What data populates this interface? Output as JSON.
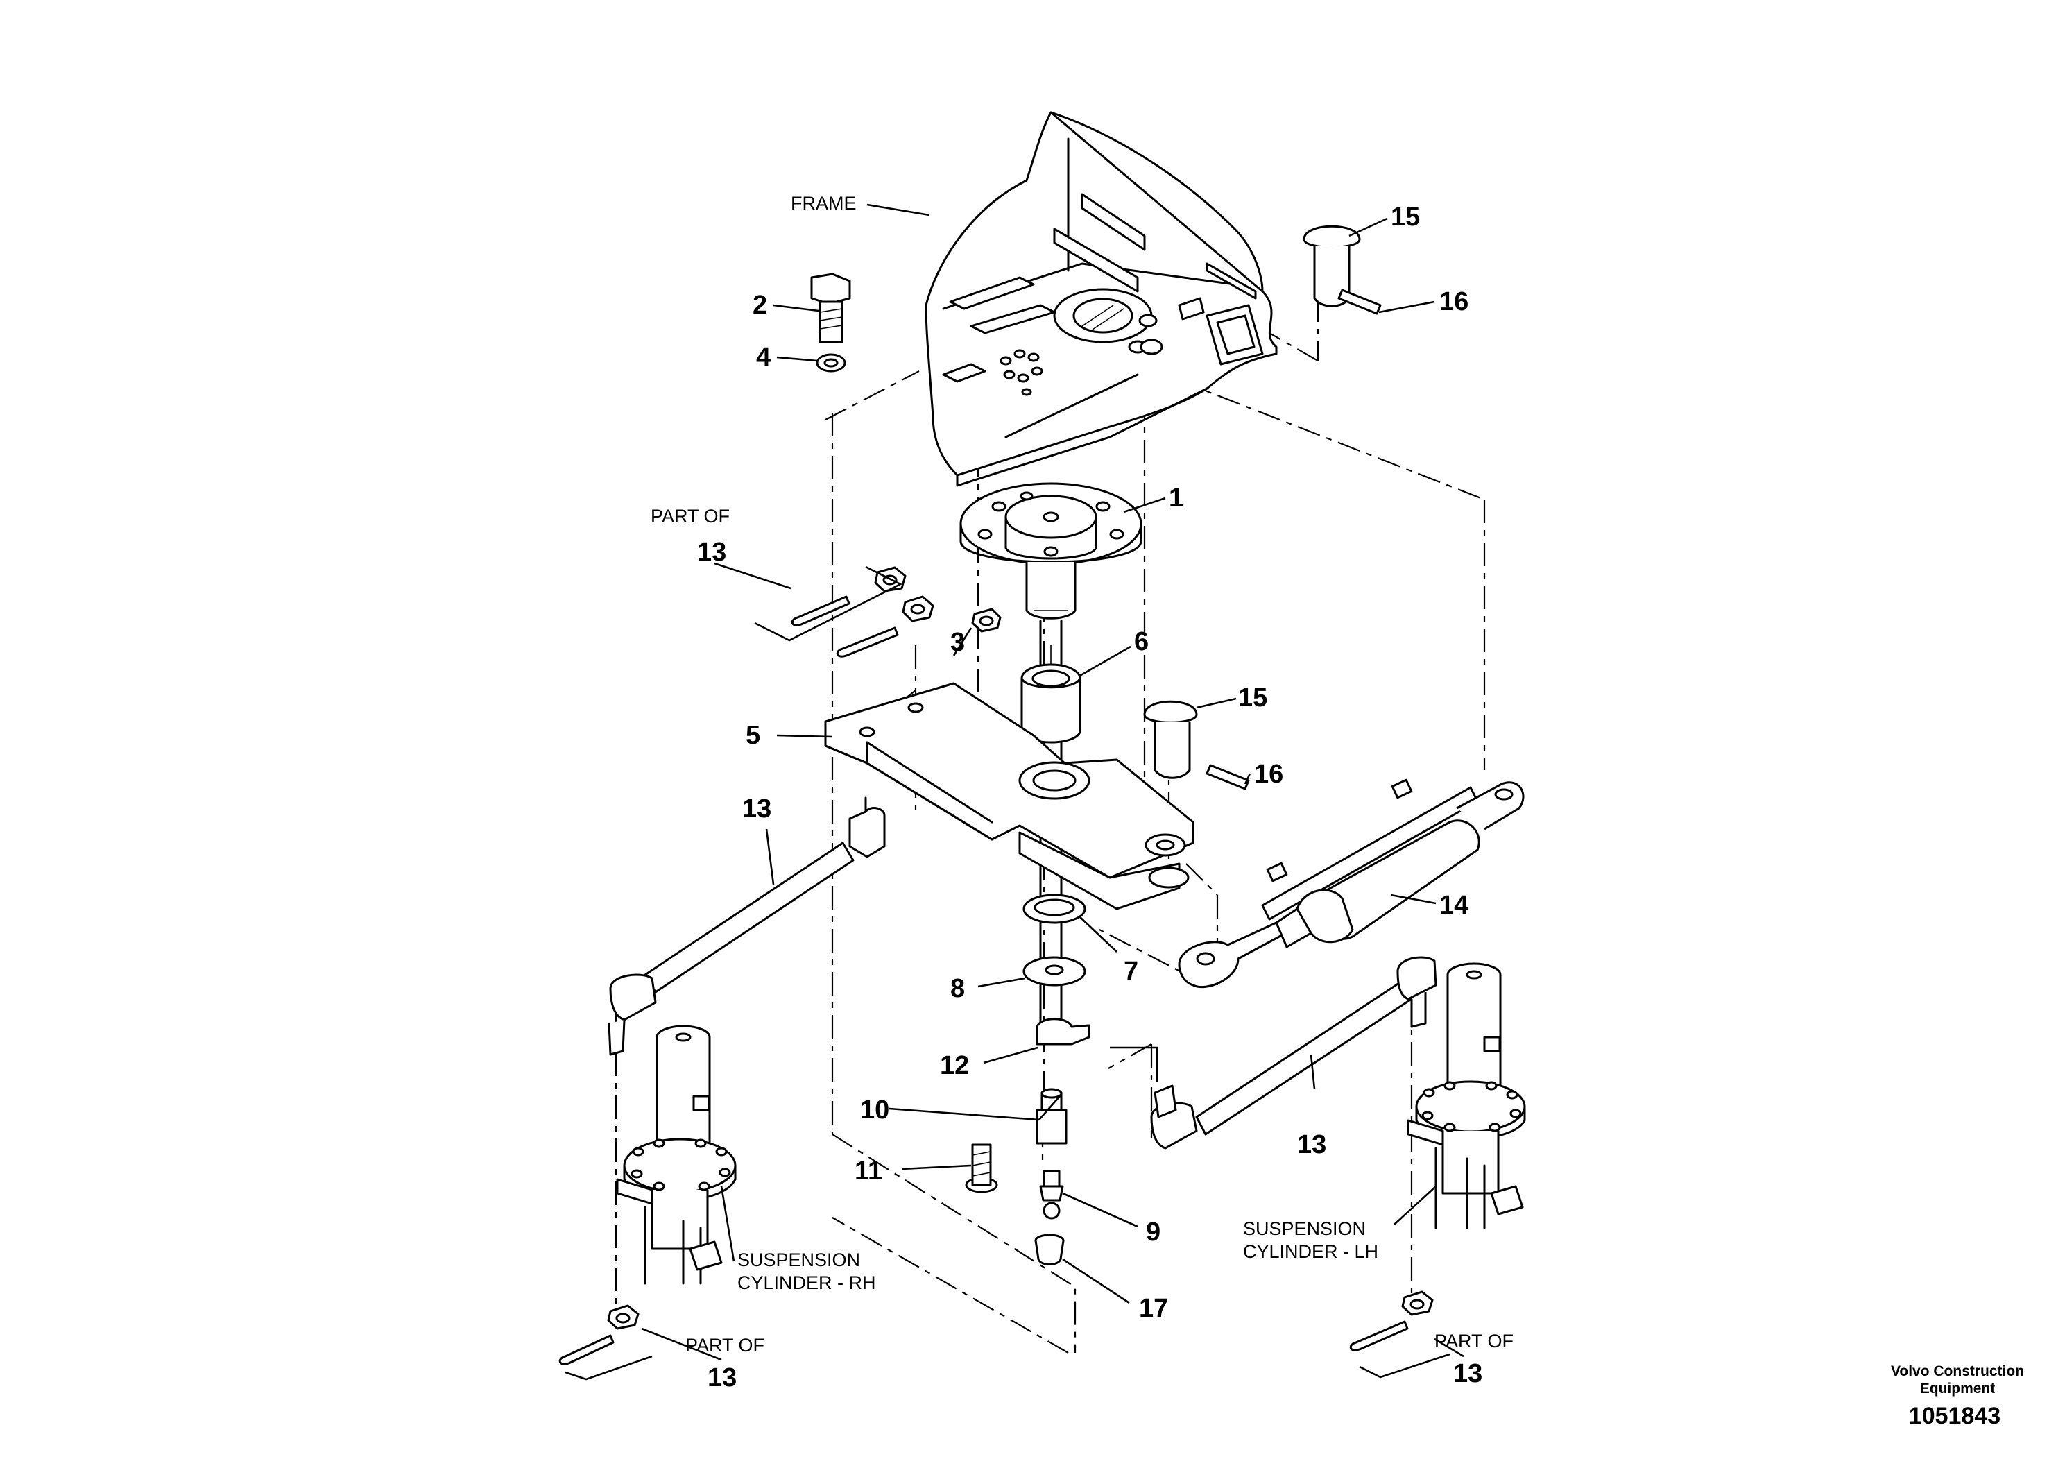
{
  "labels": {
    "frame": "FRAME",
    "part_of": "PART OF",
    "susp": "SUSPENSION",
    "cyl_rh": "CYLINDER - RH",
    "cyl_lh": "CYLINDER - LH"
  },
  "callouts": {
    "n1": "1",
    "n2": "2",
    "n3": "3",
    "n4": "4",
    "n5": "5",
    "n6": "6",
    "n7": "7",
    "n8": "8",
    "n9": "9",
    "n10": "10",
    "n11": "11",
    "n12": "12",
    "n13": "13",
    "n14": "14",
    "n15": "15",
    "n16": "16",
    "n17": "17"
  },
  "footer": {
    "credit_line1": "Volvo Construction",
    "credit_line2": "Equipment",
    "doc_number": "1051843"
  }
}
